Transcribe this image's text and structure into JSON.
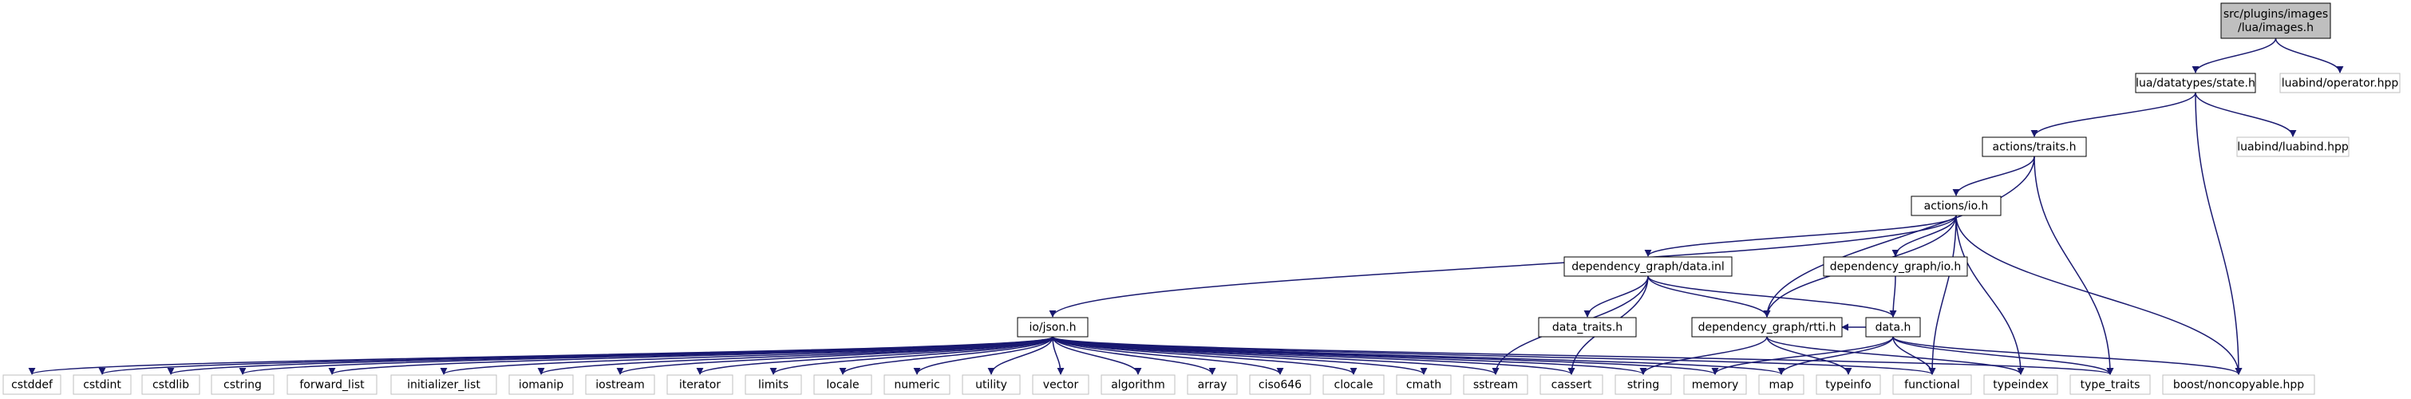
{
  "colors": {
    "edge": "#191970",
    "root_fill": "#bfbfbf",
    "root_stroke": "#000000",
    "internal_stroke": "#000000",
    "external_stroke": "#bfbfbf",
    "fill": "#ffffff"
  },
  "nodes": [
    {
      "id": "images_h",
      "lines": [
        "src/plugins/images",
        "/lua/images.h"
      ],
      "kind": "root"
    },
    {
      "id": "state_h",
      "lines": [
        "lua/datatypes/state.h"
      ],
      "kind": "internal"
    },
    {
      "id": "luabind_operator",
      "lines": [
        "luabind/operator.hpp"
      ],
      "kind": "external"
    },
    {
      "id": "actions_traits",
      "lines": [
        "actions/traits.h"
      ],
      "kind": "internal"
    },
    {
      "id": "luabind_luabind",
      "lines": [
        "luabind/luabind.hpp"
      ],
      "kind": "external"
    },
    {
      "id": "actions_io",
      "lines": [
        "actions/io.h"
      ],
      "kind": "internal"
    },
    {
      "id": "dg_data_inl",
      "lines": [
        "dependency_graph/data.inl"
      ],
      "kind": "internal"
    },
    {
      "id": "dg_io",
      "lines": [
        "dependency_graph/io.h"
      ],
      "kind": "internal"
    },
    {
      "id": "io_json",
      "lines": [
        "io/json.h"
      ],
      "kind": "internal"
    },
    {
      "id": "data_traits",
      "lines": [
        "data_traits.h"
      ],
      "kind": "internal"
    },
    {
      "id": "dg_rtti",
      "lines": [
        "dependency_graph/rtti.h"
      ],
      "kind": "internal"
    },
    {
      "id": "data_h",
      "lines": [
        "data.h"
      ],
      "kind": "internal"
    },
    {
      "id": "cstddef",
      "lines": [
        "cstddef"
      ],
      "kind": "external"
    },
    {
      "id": "cstdint",
      "lines": [
        "cstdint"
      ],
      "kind": "external"
    },
    {
      "id": "cstdlib",
      "lines": [
        "cstdlib"
      ],
      "kind": "external"
    },
    {
      "id": "cstring",
      "lines": [
        "cstring"
      ],
      "kind": "external"
    },
    {
      "id": "forward_list",
      "lines": [
        "forward_list"
      ],
      "kind": "external"
    },
    {
      "id": "initializer_list",
      "lines": [
        "initializer_list"
      ],
      "kind": "external"
    },
    {
      "id": "iomanip",
      "lines": [
        "iomanip"
      ],
      "kind": "external"
    },
    {
      "id": "iostream",
      "lines": [
        "iostream"
      ],
      "kind": "external"
    },
    {
      "id": "iterator",
      "lines": [
        "iterator"
      ],
      "kind": "external"
    },
    {
      "id": "limits",
      "lines": [
        "limits"
      ],
      "kind": "external"
    },
    {
      "id": "locale",
      "lines": [
        "locale"
      ],
      "kind": "external"
    },
    {
      "id": "numeric",
      "lines": [
        "numeric"
      ],
      "kind": "external"
    },
    {
      "id": "utility",
      "lines": [
        "utility"
      ],
      "kind": "external"
    },
    {
      "id": "vector",
      "lines": [
        "vector"
      ],
      "kind": "external"
    },
    {
      "id": "algorithm",
      "lines": [
        "algorithm"
      ],
      "kind": "external"
    },
    {
      "id": "array",
      "lines": [
        "array"
      ],
      "kind": "external"
    },
    {
      "id": "ciso646",
      "lines": [
        "ciso646"
      ],
      "kind": "external"
    },
    {
      "id": "clocale",
      "lines": [
        "clocale"
      ],
      "kind": "external"
    },
    {
      "id": "cmath",
      "lines": [
        "cmath"
      ],
      "kind": "external"
    },
    {
      "id": "sstream",
      "lines": [
        "sstream"
      ],
      "kind": "external"
    },
    {
      "id": "cassert",
      "lines": [
        "cassert"
      ],
      "kind": "external"
    },
    {
      "id": "string",
      "lines": [
        "string"
      ],
      "kind": "external"
    },
    {
      "id": "memory",
      "lines": [
        "memory"
      ],
      "kind": "external"
    },
    {
      "id": "map",
      "lines": [
        "map"
      ],
      "kind": "external"
    },
    {
      "id": "typeinfo",
      "lines": [
        "typeinfo"
      ],
      "kind": "external"
    },
    {
      "id": "functional",
      "lines": [
        "functional"
      ],
      "kind": "external"
    },
    {
      "id": "typeindex",
      "lines": [
        "typeindex"
      ],
      "kind": "external"
    },
    {
      "id": "type_traits",
      "lines": [
        "type_traits"
      ],
      "kind": "external"
    },
    {
      "id": "boost_noncopyable",
      "lines": [
        "boost/noncopyable.hpp"
      ],
      "kind": "external"
    }
  ],
  "edges": [
    [
      "images_h",
      "state_h"
    ],
    [
      "images_h",
      "luabind_operator"
    ],
    [
      "state_h",
      "actions_traits"
    ],
    [
      "state_h",
      "luabind_luabind"
    ],
    [
      "state_h",
      "boost_noncopyable"
    ],
    [
      "actions_traits",
      "actions_io"
    ],
    [
      "actions_traits",
      "dg_rtti"
    ],
    [
      "actions_traits",
      "type_traits"
    ],
    [
      "actions_io",
      "io_json"
    ],
    [
      "actions_io",
      "dg_data_inl"
    ],
    [
      "actions_io",
      "dg_io"
    ],
    [
      "actions_io",
      "dg_rtti"
    ],
    [
      "actions_io",
      "functional"
    ],
    [
      "actions_io",
      "typeindex"
    ],
    [
      "actions_io",
      "boost_noncopyable"
    ],
    [
      "dg_data_inl",
      "data_traits"
    ],
    [
      "dg_data_inl",
      "dg_rtti"
    ],
    [
      "dg_data_inl",
      "data_h"
    ],
    [
      "dg_data_inl",
      "sstream"
    ],
    [
      "dg_data_inl",
      "cassert"
    ],
    [
      "dg_io",
      "data_h"
    ],
    [
      "dg_rtti",
      "string"
    ],
    [
      "dg_rtti",
      "typeinfo"
    ],
    [
      "dg_rtti",
      "typeindex"
    ],
    [
      "data_h",
      "dg_rtti"
    ],
    [
      "data_h",
      "memory"
    ],
    [
      "data_h",
      "map"
    ],
    [
      "data_h",
      "functional"
    ],
    [
      "data_h",
      "type_traits"
    ],
    [
      "data_h",
      "boost_noncopyable"
    ],
    [
      "io_json",
      "cstddef"
    ],
    [
      "io_json",
      "cstdint"
    ],
    [
      "io_json",
      "cstdlib"
    ],
    [
      "io_json",
      "cstring"
    ],
    [
      "io_json",
      "forward_list"
    ],
    [
      "io_json",
      "initializer_list"
    ],
    [
      "io_json",
      "iomanip"
    ],
    [
      "io_json",
      "iostream"
    ],
    [
      "io_json",
      "iterator"
    ],
    [
      "io_json",
      "limits"
    ],
    [
      "io_json",
      "locale"
    ],
    [
      "io_json",
      "numeric"
    ],
    [
      "io_json",
      "utility"
    ],
    [
      "io_json",
      "vector"
    ],
    [
      "io_json",
      "algorithm"
    ],
    [
      "io_json",
      "array"
    ],
    [
      "io_json",
      "ciso646"
    ],
    [
      "io_json",
      "clocale"
    ],
    [
      "io_json",
      "cmath"
    ],
    [
      "io_json",
      "sstream"
    ],
    [
      "io_json",
      "cassert"
    ],
    [
      "io_json",
      "string"
    ],
    [
      "io_json",
      "memory"
    ],
    [
      "io_json",
      "map"
    ],
    [
      "io_json",
      "functional"
    ],
    [
      "io_json",
      "type_traits"
    ]
  ]
}
